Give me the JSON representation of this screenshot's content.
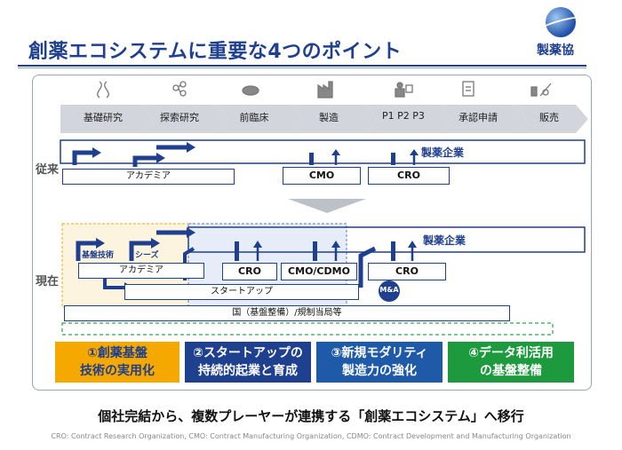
{
  "title": "創薬エコシステムに重要な4つのポイント",
  "logo_text": "製薬協",
  "stages": [
    "基礎研究",
    "探索研究",
    "前臨床",
    "製造",
    "P1 P2 P3",
    "承認申請",
    "販売"
  ],
  "stage_icons": [
    "dna-icon",
    "molecule-icon",
    "mouse-icon",
    "factory-icon",
    "patient-icon",
    "document-icon",
    "medicine-icon"
  ],
  "row_labels": {
    "past": "従来",
    "present": "現在"
  },
  "past": {
    "pharma": "製薬企業",
    "academia": "アカデミア",
    "cmo": "CMO",
    "cro": "CRO"
  },
  "present": {
    "pharma": "製薬企業",
    "basic_tech": "基盤技術",
    "seeds": "シーズ",
    "academia": "アカデミア",
    "cro1": "CRO",
    "cmo_cdmo": "CMO/CDMO",
    "cro2": "CRO",
    "startup": "スタートアップ",
    "ma": "M&A",
    "government": "国（基盤整備）/規制当局等"
  },
  "points": [
    {
      "label": "①創薬基盤\n技術の実用化",
      "color": "#f5a800",
      "text_color": "#1f3f8f"
    },
    {
      "label": "②スタートアップの\n持続的起業と育成",
      "color": "#1f3f8f",
      "text_color": "#ffffff"
    },
    {
      "label": "③新規モダリティ\n製造力の強化",
      "color": "#1f5aa8",
      "text_color": "#ffffff"
    },
    {
      "label": "④データ利活用\nの基盤整備",
      "color": "#1e9a3e",
      "text_color": "#ffffff"
    }
  ],
  "summary": "個社完結から、複数プレーヤーが連携する「創薬エコシステム」へ移行",
  "footnote": "CRO: Contract Research Organization, CMO: Contract Manufacturing Organization, CDMO: Contract Development and Manufacturing Organization"
}
